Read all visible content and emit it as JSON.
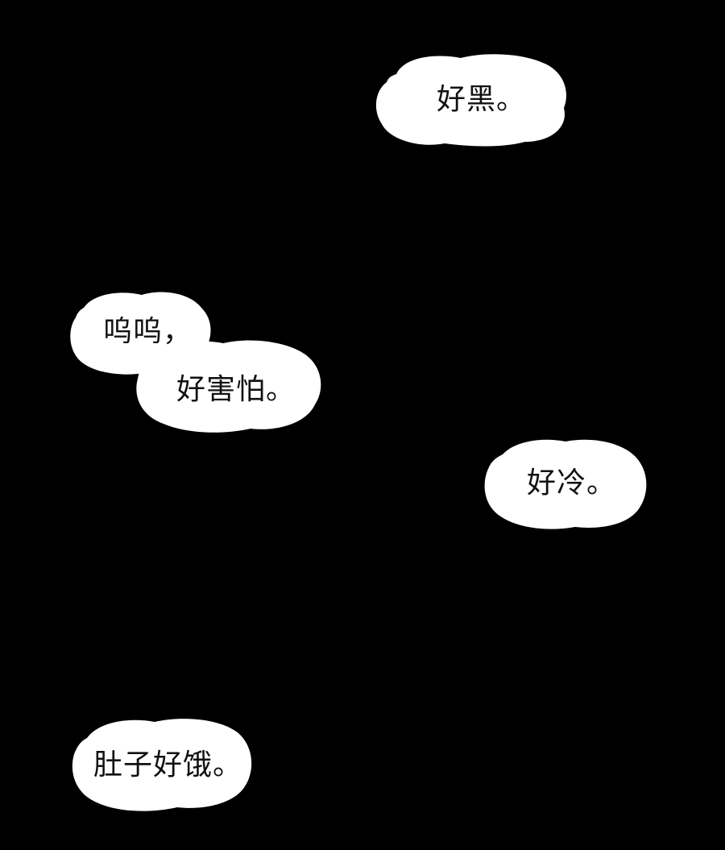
{
  "panel": {
    "background_color": "#000000",
    "bubble_color": "#ffffff",
    "text_color": "#111111"
  },
  "bubbles": [
    {
      "text": "好黑。"
    },
    {
      "text": "呜呜，"
    },
    {
      "text": "好害怕。"
    },
    {
      "text": "好冷。"
    },
    {
      "text": "肚子好饿。"
    }
  ]
}
